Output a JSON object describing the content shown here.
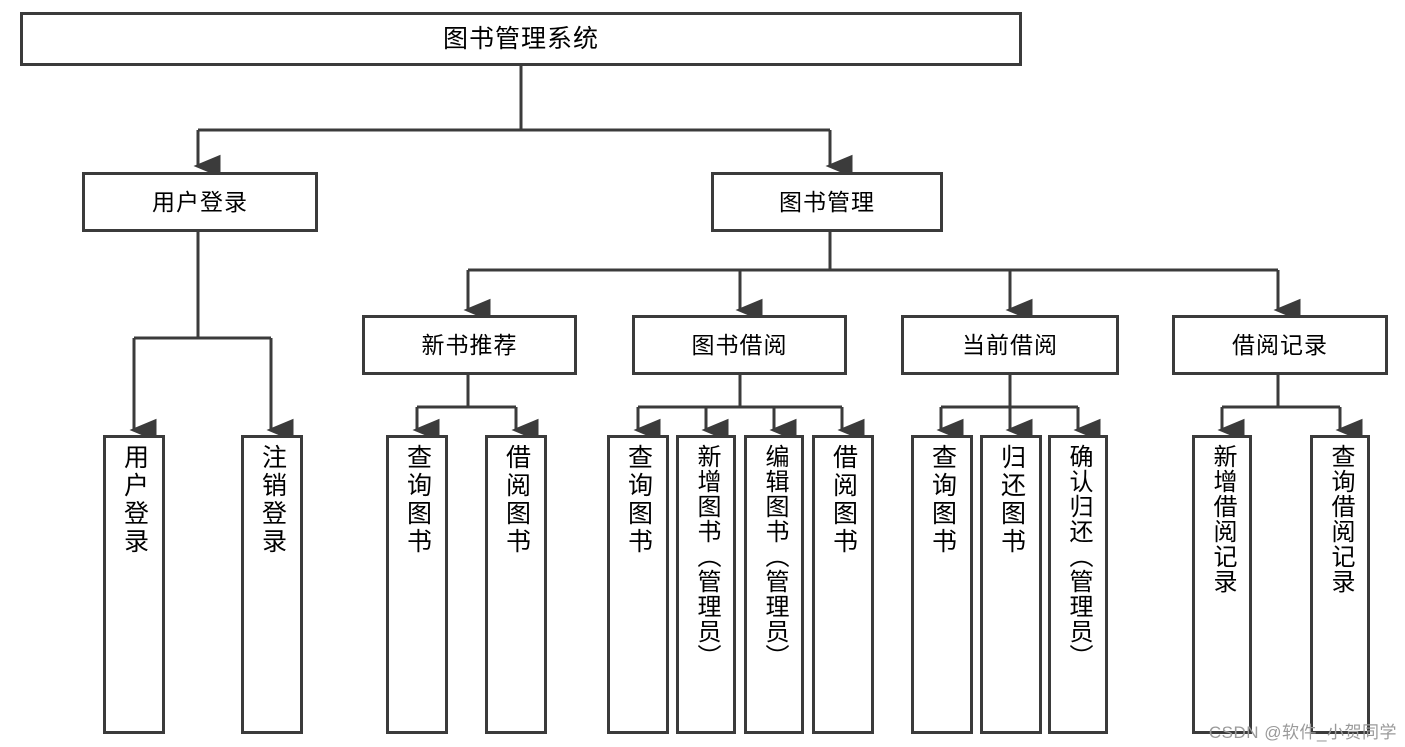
{
  "diagram": {
    "title": "图书管理系统",
    "type": "hierarchy-tree",
    "colors": {
      "border": "#3b3b3b",
      "fill": "#ffffff",
      "text": "#000000",
      "connector": "#3b3b3b",
      "watermark": "#9a9a9a"
    }
  },
  "watermark": {
    "text": "CSDN @软件_小贺同学"
  },
  "nodes": {
    "root": {
      "label": "图书管理系统"
    },
    "level1": [
      {
        "label": "用户登录"
      },
      {
        "label": "图书管理"
      }
    ],
    "level2": [
      {
        "label": "新书推荐"
      },
      {
        "label": "图书借阅"
      },
      {
        "label": "当前借阅"
      },
      {
        "label": "借阅记录"
      }
    ],
    "leaves": {
      "user_login": [
        {
          "label": "用户登录"
        },
        {
          "label": "注销登录"
        }
      ],
      "new_book_recommend": [
        {
          "label": "查询图书"
        },
        {
          "label": "借阅图书"
        }
      ],
      "book_borrow": [
        {
          "label": "查询图书"
        },
        {
          "label": "新增图书（管理员）"
        },
        {
          "label": "编辑图书（管理员）"
        },
        {
          "label": "借阅图书"
        }
      ],
      "current_borrow": [
        {
          "label": "查询图书"
        },
        {
          "label": "归还图书"
        },
        {
          "label": "确认归还（管理员）"
        }
      ],
      "borrow_record": [
        {
          "label": "新增借阅记录"
        },
        {
          "label": "查询借阅记录"
        }
      ]
    }
  }
}
